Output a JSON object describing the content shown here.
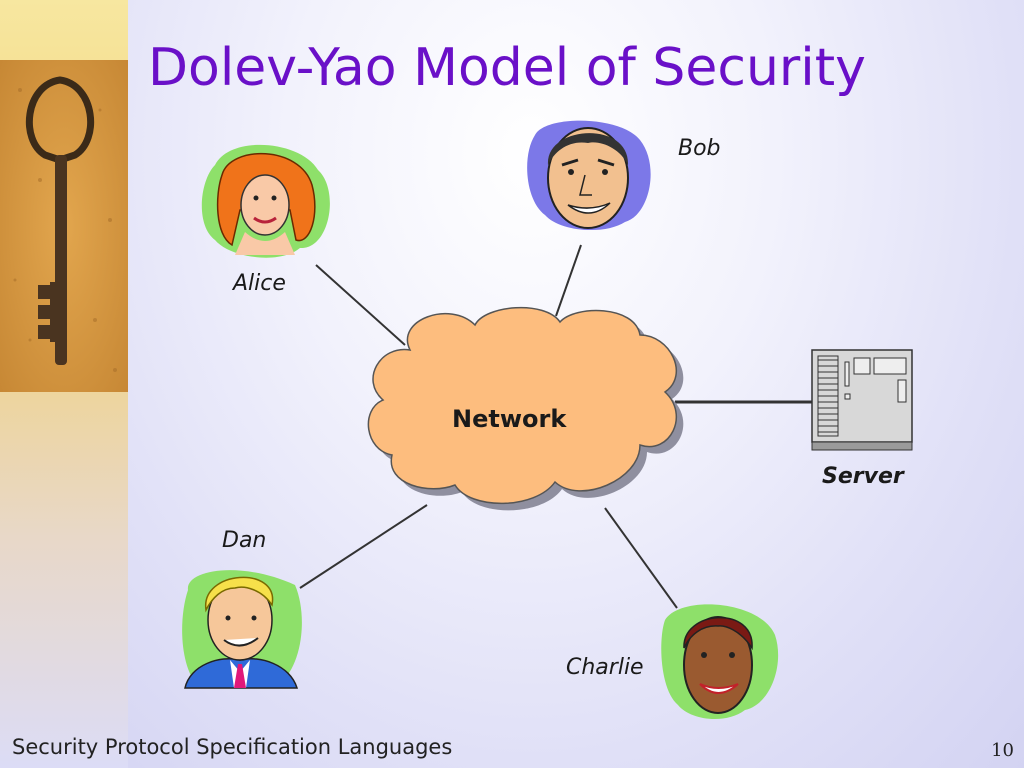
{
  "slide": {
    "title": "Dolev-Yao Model of Security",
    "footer": "Security Protocol Specification Languages",
    "page_number": "10"
  },
  "diagram": {
    "center": "Network",
    "nodes": [
      {
        "id": "alice",
        "label": "Alice"
      },
      {
        "id": "bob",
        "label": "Bob"
      },
      {
        "id": "server",
        "label": "Server"
      },
      {
        "id": "dan",
        "label": "Dan"
      },
      {
        "id": "charlie",
        "label": "Charlie"
      }
    ],
    "edges": [
      {
        "from": "alice",
        "to": "network"
      },
      {
        "from": "bob",
        "to": "network"
      },
      {
        "from": "server",
        "to": "network"
      },
      {
        "from": "dan",
        "to": "network"
      },
      {
        "from": "charlie",
        "to": "network"
      }
    ]
  },
  "colors": {
    "title": "#6a10c8",
    "cloud_fill": "#fdbd7e",
    "cloud_shadow": "#8f8f9f",
    "link_line": "#333333"
  },
  "icons": {
    "key": "antique-key-photo",
    "server": "server-tower-icon",
    "people": [
      "alice-avatar",
      "bob-avatar",
      "dan-avatar",
      "charlie-avatar"
    ]
  }
}
